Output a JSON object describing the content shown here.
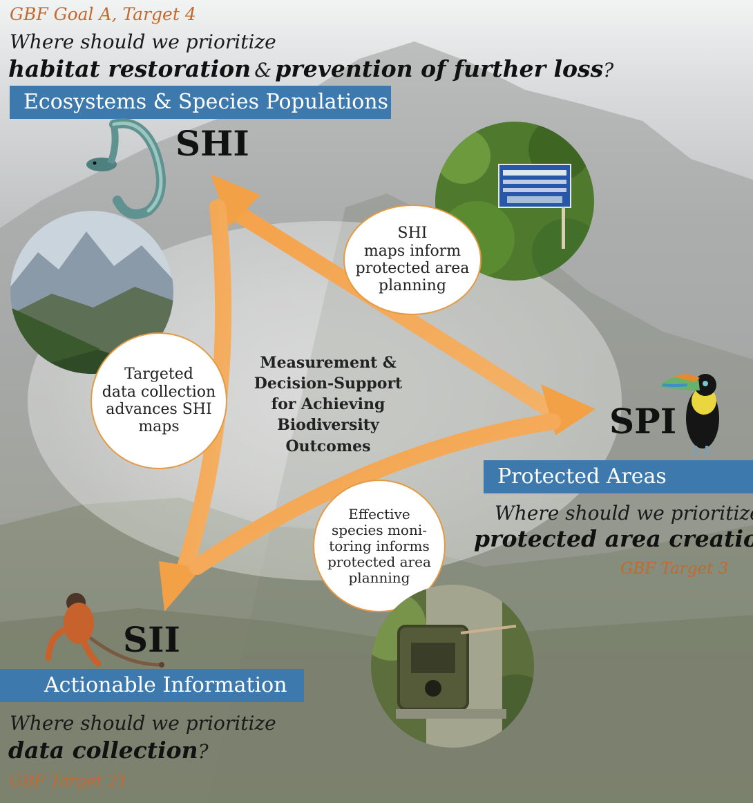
{
  "colors": {
    "band_blue": "#3d79ac",
    "arrow_orange": "#f0a24e",
    "target_orange": "#c5682d",
    "bubble_border": "#e39a43"
  },
  "top": {
    "target": "GBF Goal A, Target 4",
    "question_lead": "Where should we prioritize",
    "emphasis_1": "habitat restoration",
    "amp": "&",
    "emphasis_2": "prevention of further loss",
    "qmark": "?",
    "band_label": "Ecosystems & Species Populations"
  },
  "nodes": {
    "shi": "SHI",
    "spi": "SPI",
    "sii": "SII"
  },
  "center_label": "Measurement &\nDecision-Support\nfor Achieving\nBiodiversity\nOutcomes",
  "bubbles": {
    "shi_to_spi": "SHI\nmaps inform\nprotected area\nplanning",
    "sii_to_shi": "Targeted\ndata collection\nadvances SHI\nmaps",
    "sii_to_spi": "Effective\nspecies moni-\ntoring informs\nprotected area\nplanning"
  },
  "right": {
    "band_label": "Protected Areas",
    "question_lead": "Where should we prioritize",
    "emphasis": "protected area creation",
    "qmark": "?",
    "target": "GBF Target 3"
  },
  "bottom_left": {
    "band_label": "Actionable Information",
    "question_lead": "Where should we prioritize",
    "emphasis": "data collection",
    "qmark": "?",
    "target": "GBF Target 21"
  },
  "icons": {
    "snake": "snake-icon",
    "toucan": "toucan-icon",
    "monkey": "monkey-icon",
    "forest_photo": "forest-mountain-photo",
    "sign_photo": "park-sign-photo",
    "camera_photo": "camera-trap-photo"
  }
}
